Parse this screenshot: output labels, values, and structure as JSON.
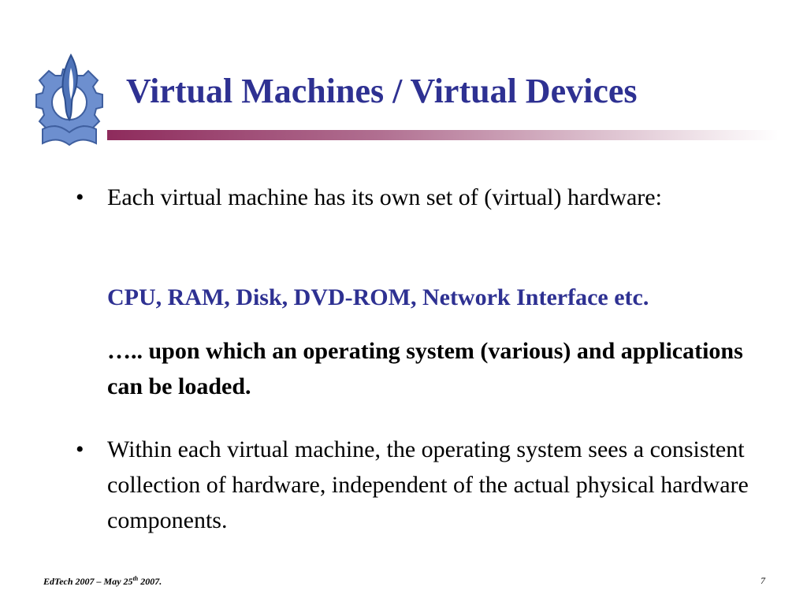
{
  "slide": {
    "title": "Virtual Machines / Virtual Devices",
    "bullet_glyph": "•",
    "bullets": [
      {
        "text": "Each virtual machine has its own set of (virtual) hardware:"
      },
      {
        "text": "Within each virtual machine, the operating system sees a consistent collection of hardware, independent of the actual physical hardware components."
      }
    ],
    "hardware_list": "CPU, RAM, Disk, DVD-ROM, Network Interface etc.",
    "continuation": "….. upon which an operating system (various) and applications can be loaded."
  },
  "footer": {
    "event_prefix": "EdTech 2007 – May 25",
    "date_suffix": "th",
    "event_end": " 2007.",
    "page_number": "7"
  },
  "colors": {
    "title": "#2e3192",
    "rule_start": "#8e2b5c",
    "logo": "#5a7fc0"
  },
  "logo": {
    "icon": "gear-flame-logo-icon"
  }
}
